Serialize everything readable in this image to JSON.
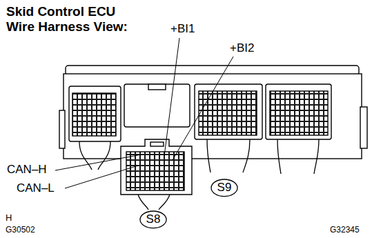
{
  "diagram": {
    "title": "Skid Control ECU Wire Harness View:",
    "nodes": [
      {
        "text": [
          "S8"
        ]
      },
      {
        "text": [
          "S9"
        ]
      }
    ],
    "labels": [
      "+BI1",
      "+BI2",
      "CAN–H",
      "CAN–L",
      "H",
      "G30502",
      "G32345"
    ]
  }
}
